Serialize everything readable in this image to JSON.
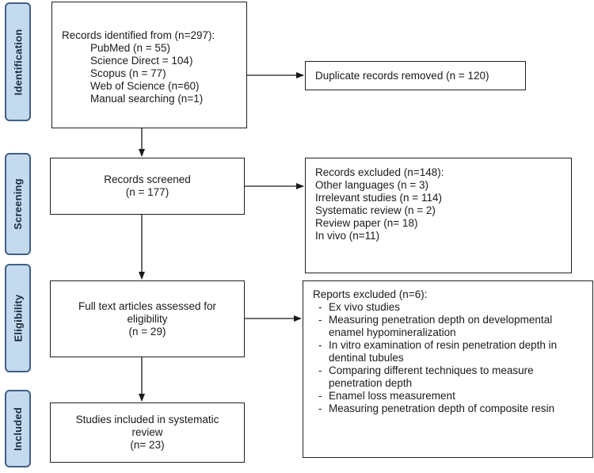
{
  "stages": [
    "Identification",
    "Screening",
    "Eligibility",
    "Included"
  ],
  "identification": {
    "heading": "Records identified from (n=297):",
    "sources": [
      "PubMed (n = 55)",
      "Science Direct = 104)",
      "Scopus (n = 77)",
      "Web of Science (n=60)",
      "Manual searching (n=1)"
    ]
  },
  "duplicates": "Duplicate records removed (n = 120)",
  "screened": {
    "line1": "Records screened",
    "line2": "(n = 177)"
  },
  "excluded": {
    "heading": "Records excluded (n=148):",
    "items": [
      "Other languages (n = 3)",
      "Irrelevant studies (n = 114)",
      "Systematic review (n = 2)",
      "Review paper (n= 18)",
      "In vivo (n=11)"
    ]
  },
  "eligibility": {
    "line1": "Full text articles assessed for",
    "line2": "eligibility",
    "line3": "(n = 29)"
  },
  "reports_excluded": {
    "heading": "Reports excluded (n=6):",
    "items": [
      [
        "Ex vivo studies"
      ],
      [
        "Measuring penetration depth on developmental",
        "enamel hypomineralization"
      ],
      [
        "In vitro examination of resin penetration depth in",
        "dentinal tubules"
      ],
      [
        "Comparing different techniques to measure",
        "penetration depth"
      ],
      [
        "Enamel loss measurement"
      ],
      [
        "Measuring penetration depth of composite resin"
      ]
    ]
  },
  "included": {
    "line1": "Studies included in systematic",
    "line2": "review",
    "line3": "(n= 23)"
  }
}
